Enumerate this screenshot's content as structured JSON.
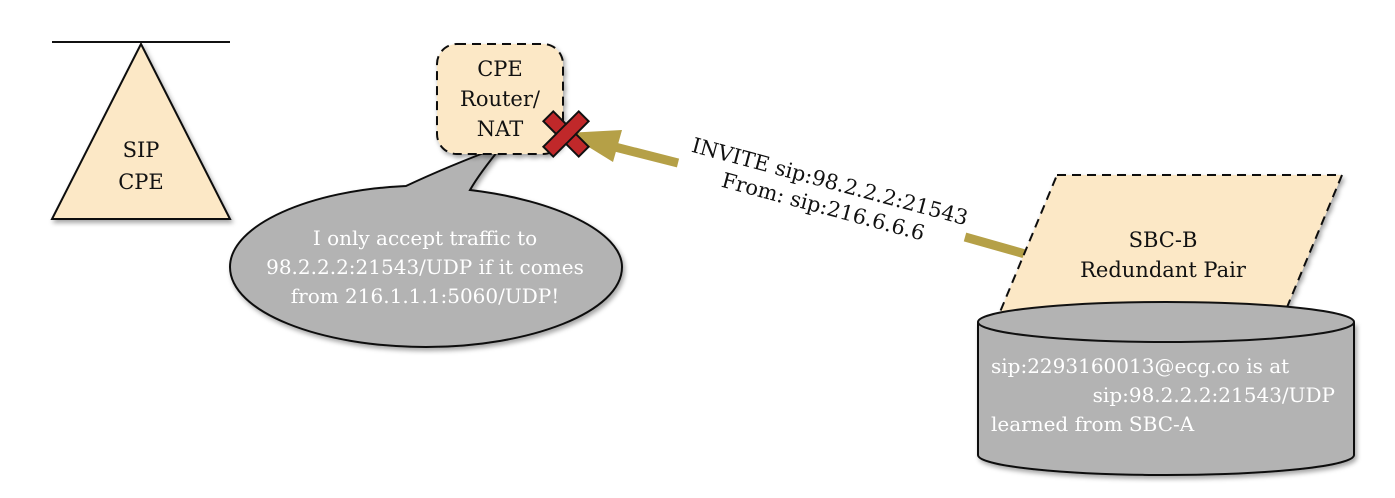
{
  "colors": {
    "node_fill": "#fce8c6",
    "database_fill": "#b3b3b3",
    "bubble_fill": "#b3b3b3",
    "arrow": "#b5a047",
    "blocked_mark": "#c0282a",
    "stroke": "#111111"
  },
  "icons": {
    "blocked": "x-mark-icon"
  },
  "sip_cpe": {
    "line1": "SIP",
    "line2": "CPE"
  },
  "cpe_router": {
    "line1": "CPE",
    "line2": "Router/",
    "line3": "NAT"
  },
  "speech_bubble": {
    "line1": "I only accept traffic to",
    "line2": "98.2.2.2:21543/UDP if it comes",
    "line3": "from 216.1.1.1:5060/UDP!"
  },
  "message": {
    "line1": "INVITE sip:98.2.2.2:21543",
    "line2": "From: sip:216.6.6.6"
  },
  "sbc_b": {
    "line1": "SBC-B",
    "line2": "Redundant Pair"
  },
  "database": {
    "line1": "sip:2293160013@ecg.co is at",
    "line2": "sip:98.2.2.2:21543/UDP",
    "line3": "learned from SBC-A"
  }
}
